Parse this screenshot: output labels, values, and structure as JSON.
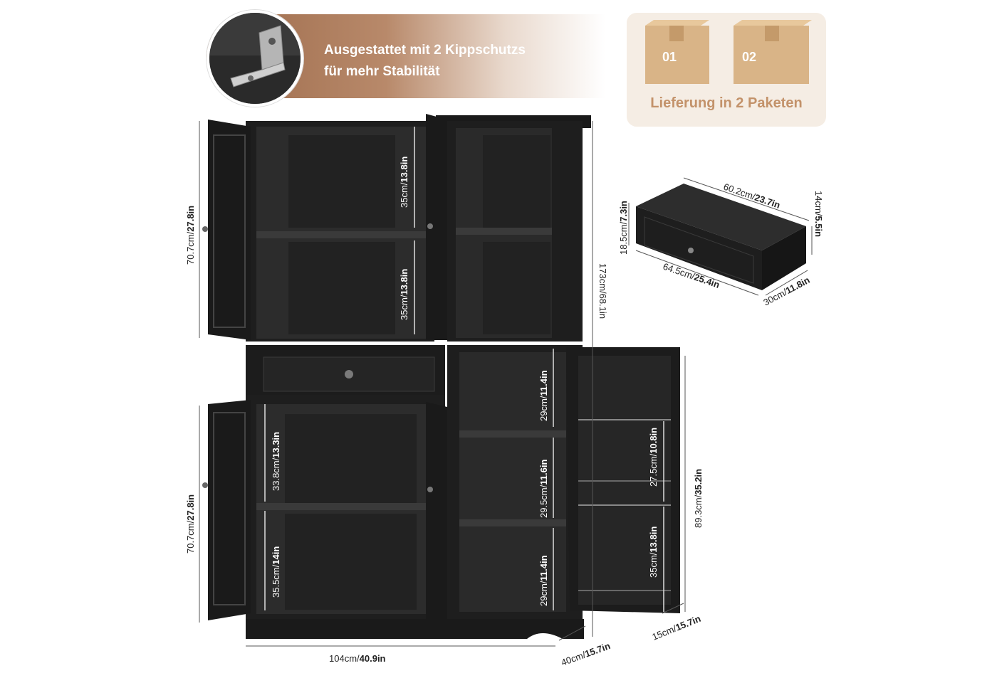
{
  "banner": {
    "line1": "Ausgestattet mit 2 Kippschutzs",
    "line2": "für mehr Stabilität"
  },
  "packages": {
    "box1": "01",
    "box2": "02",
    "label": "Lieferung in 2 Paketen"
  },
  "dimensions": {
    "upper_height_cm": "70.7cm/",
    "upper_height_in": "27.8in",
    "lower_height_cm": "70.7cm/",
    "lower_height_in": "27.8in",
    "total_height": "173cm/68.1in",
    "width_cm": "104cm/",
    "width_in": "40.9in",
    "depth_cm": "40cm/",
    "depth_in": "15.7in",
    "door_depth_cm": "15cm/",
    "door_depth_in": "15.7in",
    "side_height_cm": "89.3cm/",
    "side_height_in": "35.2in",
    "upper_shelf1_cm": "35cm/",
    "upper_shelf1_in": "13.8in",
    "upper_shelf2_cm": "35cm/",
    "upper_shelf2_in": "13.8in",
    "lower_shelf1_cm": "33.8cm/",
    "lower_shelf1_in": "13.3in",
    "lower_shelf2_cm": "35.5cm/",
    "lower_shelf2_in": "14in",
    "right_shelf1_cm": "29cm/",
    "right_shelf1_in": "11.4in",
    "right_shelf2_cm": "29.5cm/",
    "right_shelf2_in": "11.6in",
    "right_shelf3_cm": "29cm/",
    "right_shelf3_in": "11.4in",
    "door_shelf1_cm": "27.5cm/",
    "door_shelf1_in": "10.8in",
    "door_shelf2_cm": "35cm/",
    "door_shelf2_in": "13.8in"
  },
  "drawer": {
    "width_top_cm": "60.2cm/",
    "width_top_in": "23.7in",
    "height_cm": "18.5cm/",
    "height_in": "7.3in",
    "inner_height_cm": "14cm/",
    "inner_height_in": "5.5in",
    "width_front_cm": "64.5cm/",
    "width_front_in": "25.4in",
    "depth_cm": "30cm/",
    "depth_in": "11.8in"
  },
  "colors": {
    "cabinet": "#1e1e1e",
    "cabinet_inner": "#2b2b2b",
    "accent_brown": "#b8896a",
    "package_card": "#f5ede4",
    "cardboard": "#d9b487"
  }
}
